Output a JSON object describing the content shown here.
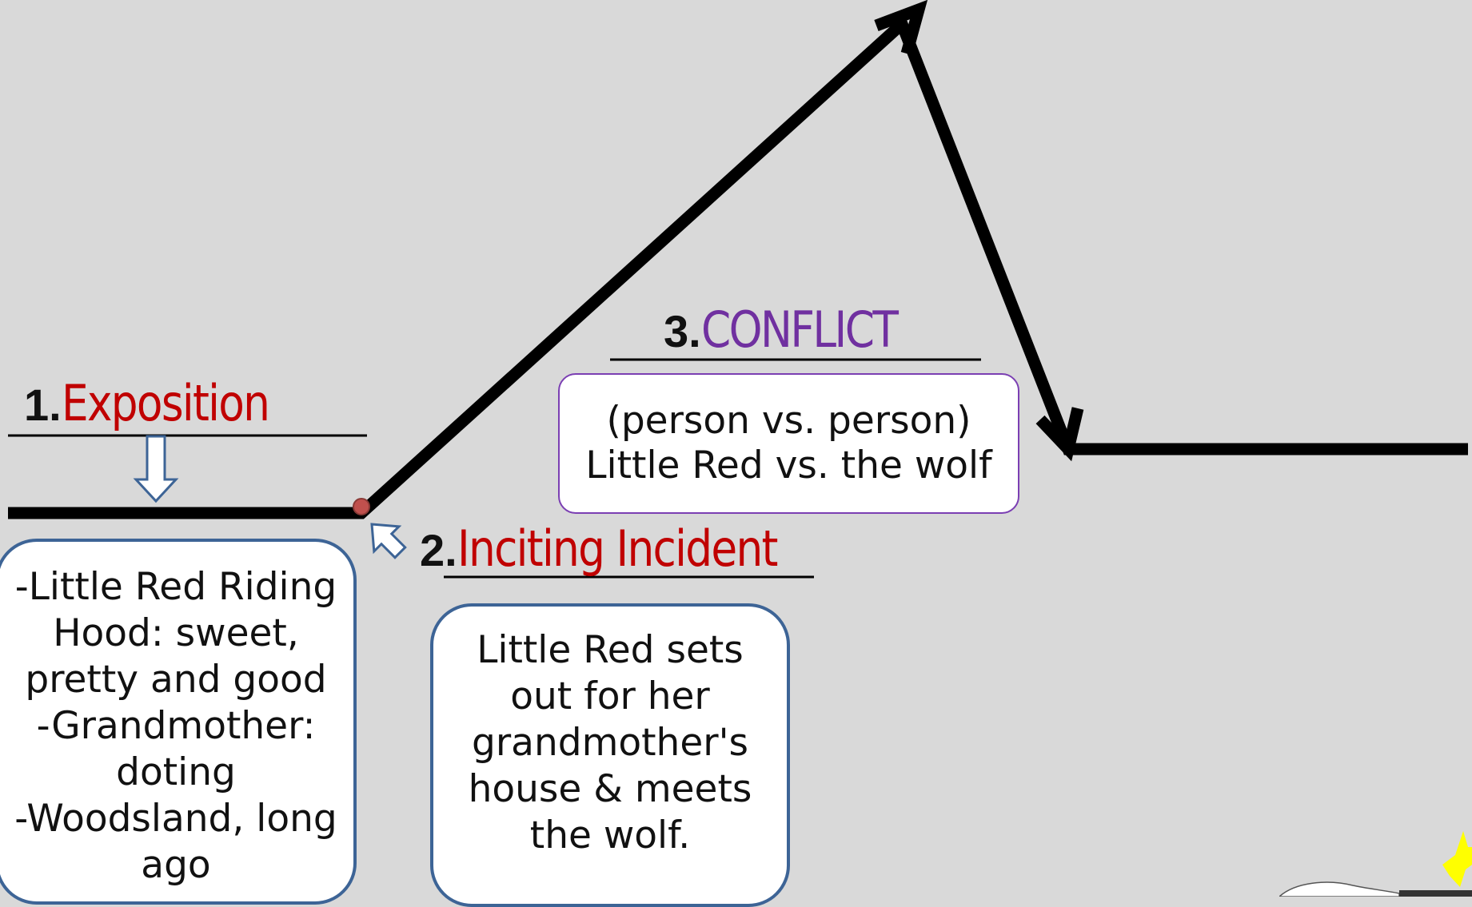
{
  "diagram": {
    "exposition": {
      "number": "1.",
      "title": "Exposition",
      "lines": [
        "-Little Red Riding",
        "Hood: sweet,",
        "pretty and good",
        "-Grandmother:",
        "doting",
        "-Woodsland, long",
        "ago"
      ]
    },
    "inciting_incident": {
      "number": "2.",
      "title": "Inciting Incident",
      "lines": [
        "Little Red sets",
        "out for her",
        "grandmother's",
        "house & meets",
        "the wolf."
      ]
    },
    "conflict": {
      "number": "3.",
      "title": "CONFLICT",
      "lines": [
        "(person vs. person)",
        "Little Red vs. the wolf"
      ]
    }
  },
  "colors": {
    "background": "#d9d9d9",
    "exposition_title": "#c00000",
    "inciting_title": "#c00000",
    "conflict_title": "#7030a0",
    "box_border": "#3d6496",
    "conflict_border": "#7b3fb3",
    "plot_line": "#000000",
    "marker": "#c0504d",
    "star": "#ffff00"
  },
  "icons": {
    "exposition_pointer": "down-arrow-outline-icon",
    "inciting_pointer": "up-left-arrow-outline-icon",
    "turning_point": "dot-icon",
    "corner_logo": "star-logo-icon"
  }
}
